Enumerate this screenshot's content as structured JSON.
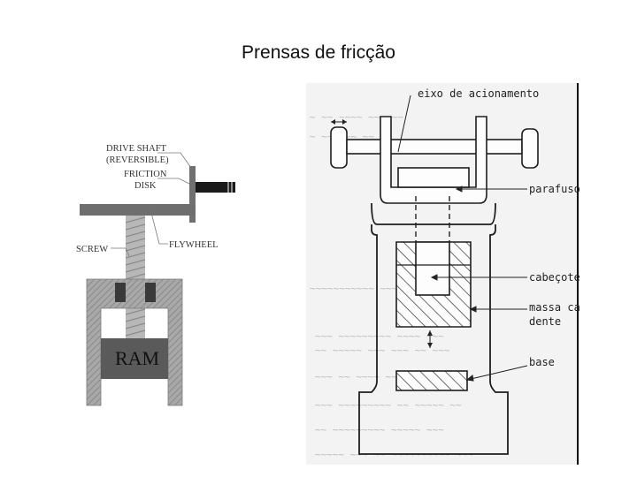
{
  "title": "Prensas de fricção",
  "left_diagram": {
    "labels": {
      "drive_shaft_line1": "DRIVE SHAFT",
      "drive_shaft_line2": "(REVERSIBLE)",
      "friction_line1": "FRICTION",
      "friction_line2": "DISK",
      "flywheel": "FLYWHEEL",
      "screw": "SCREW",
      "ram": "RAM"
    },
    "colors": {
      "ram": "#5a5a5a",
      "frame": "#9a9a9a",
      "bar": "#6e6e6e",
      "screw": "#b8b8b8",
      "block": "#3a3a3a"
    }
  },
  "right_diagram": {
    "labels": {
      "eixo": "eixo de acionamento",
      "parafuso": "parafuso",
      "cabecote": "cabeçote",
      "massa_line1": "massa ca-",
      "massa_line2": "dente",
      "base": "base"
    }
  }
}
